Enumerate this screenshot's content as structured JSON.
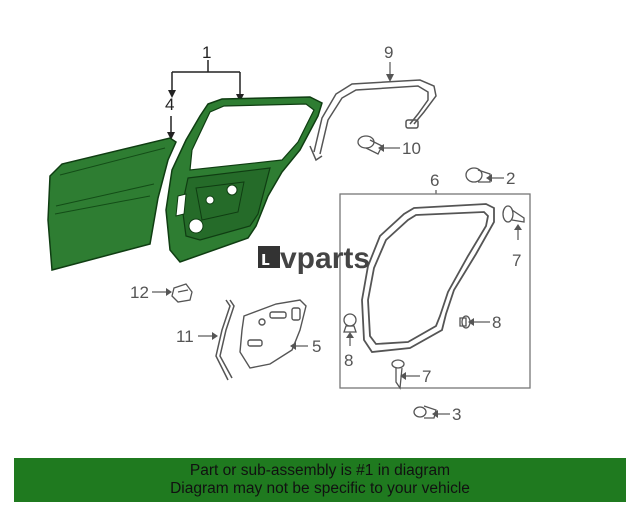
{
  "diagram": {
    "callouts": {
      "c1": "1",
      "c2": "2",
      "c3": "3",
      "c4": "4",
      "c5": "5",
      "c6": "6",
      "c7a": "7",
      "c7b": "7",
      "c8a": "8",
      "c8b": "8",
      "c9": "9",
      "c10": "10",
      "c11": "11",
      "c12": "12"
    },
    "watermark": {
      "mark": "ʟ",
      "text": "vparts"
    },
    "colors": {
      "highlight": "#2e7d32",
      "outline": "#555555",
      "banner": "#1f7a1f"
    }
  },
  "banner": {
    "line1": "Part or sub-assembly is #1 in diagram",
    "line2": "Diagram may not be specific to your vehicle"
  }
}
